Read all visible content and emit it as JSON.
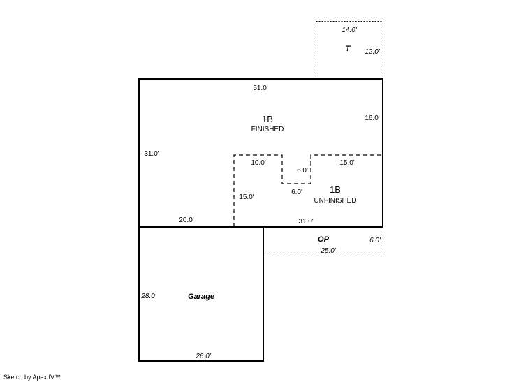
{
  "areas": {
    "main": {
      "code": "1B",
      "status": "FINISHED",
      "dims": {
        "top": "51.0'",
        "right": "16.0'",
        "left": "31.0'",
        "bottom_left": "20.0'"
      }
    },
    "unfinished": {
      "code": "1B",
      "status": "UNFINISHED",
      "dims": {
        "top_left": "10.0'",
        "notch_side": "6.0'",
        "notch_bottom": "6.0'",
        "top_right": "15.0'",
        "left": "15.0'",
        "bottom": "31.0'"
      }
    },
    "terrace": {
      "label": "T",
      "dims": {
        "top": "14.0'",
        "right": "12.0'"
      }
    },
    "porch": {
      "label": "OP",
      "dims": {
        "right": "6.0'",
        "bottom": "25.0'"
      }
    },
    "garage": {
      "label": "Garage",
      "dims": {
        "left": "28.0'",
        "bottom": "26.0'"
      }
    }
  },
  "footer": "Sketch by Apex IV™"
}
